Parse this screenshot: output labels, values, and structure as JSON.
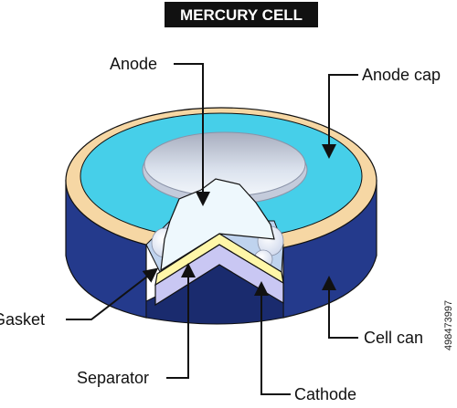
{
  "title": "MERCURY CELL",
  "labels": {
    "anode": "Anode",
    "anode_cap": "Anode cap",
    "gasket": "Gasket",
    "cell_can": "Cell can",
    "separator": "Separator",
    "cathode": "Cathode"
  },
  "side_id": "498473997",
  "colors": {
    "can_blue": "#243a8c",
    "can_blue_dark": "#1a2b6e",
    "cap_cyan": "#46cfe9",
    "rim_tan": "#f6d7a4",
    "anode_white": "#eef8fd",
    "separator_yellow": "#fff7a8",
    "cathode_lavender": "#c9c7f3",
    "title_bg": "#111111"
  }
}
